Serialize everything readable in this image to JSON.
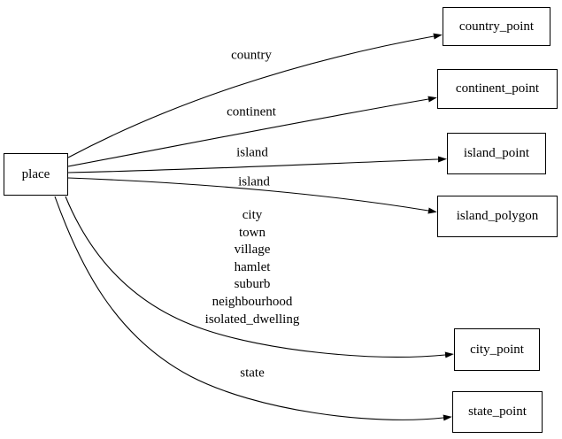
{
  "diagram": {
    "background_color": "#ffffff",
    "stroke_color": "#000000",
    "nodes": [
      {
        "id": "place",
        "label": "place"
      },
      {
        "id": "country_point",
        "label": "country_point"
      },
      {
        "id": "continent_point",
        "label": "continent_point"
      },
      {
        "id": "island_point",
        "label": "island_point"
      },
      {
        "id": "island_polygon",
        "label": "island_polygon"
      },
      {
        "id": "city_point",
        "label": "city_point"
      },
      {
        "id": "state_point",
        "label": "state_point"
      }
    ],
    "edges": [
      {
        "from": "place",
        "to": "country_point",
        "label": "country"
      },
      {
        "from": "place",
        "to": "continent_point",
        "label": "continent"
      },
      {
        "from": "place",
        "to": "island_point",
        "label": "island"
      },
      {
        "from": "place",
        "to": "island_polygon",
        "label": "island"
      },
      {
        "from": "place",
        "to": "city_point",
        "label_lines": [
          "city",
          "town",
          "village",
          "hamlet",
          "suburb",
          "neighbourhood",
          "isolated_dwelling"
        ]
      },
      {
        "from": "place",
        "to": "state_point",
        "label": "state"
      }
    ]
  }
}
